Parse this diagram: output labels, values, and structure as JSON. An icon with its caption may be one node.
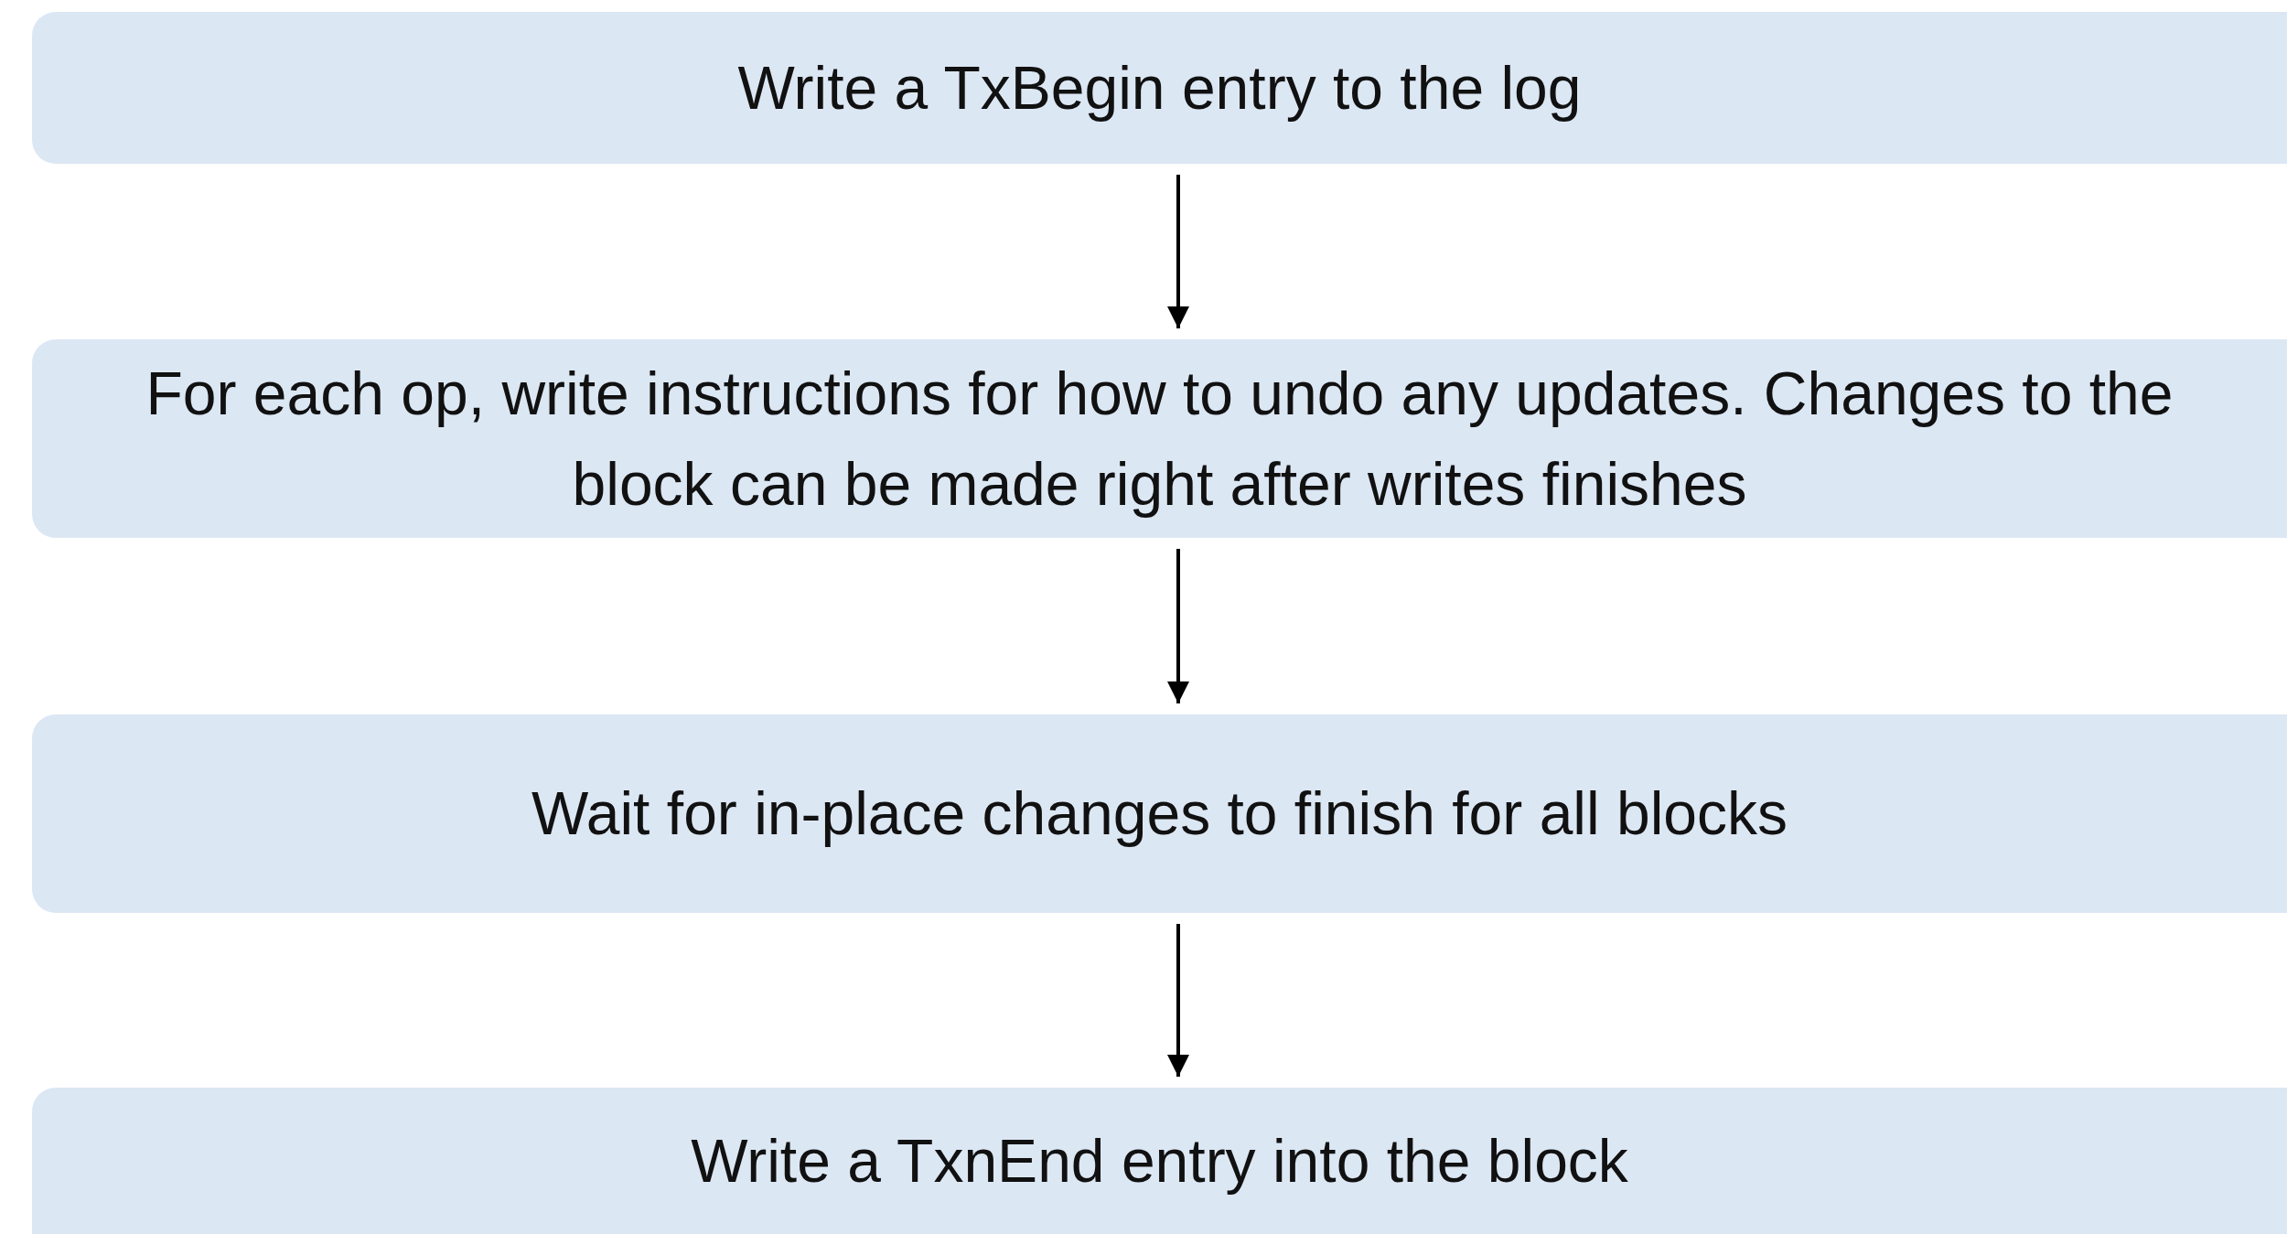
{
  "diagram": {
    "nodes": [
      {
        "text": [
          "Write a TxBegin entry to the log"
        ]
      },
      {
        "text": [
          "For each op, write instructions for how to undo any updates. Changes to the block can be made right after writes finishes"
        ]
      },
      {
        "text": [
          "Wait for in-place changes to finish for all blocks"
        ]
      },
      {
        "text": [
          "Write a TxnEnd entry into the block"
        ]
      }
    ],
    "edges": [
      {
        "from": 0,
        "to": 1,
        "arrow": "to"
      },
      {
        "from": 1,
        "to": 2,
        "arrow": "to"
      },
      {
        "from": 2,
        "to": 3,
        "arrow": "to"
      }
    ]
  }
}
